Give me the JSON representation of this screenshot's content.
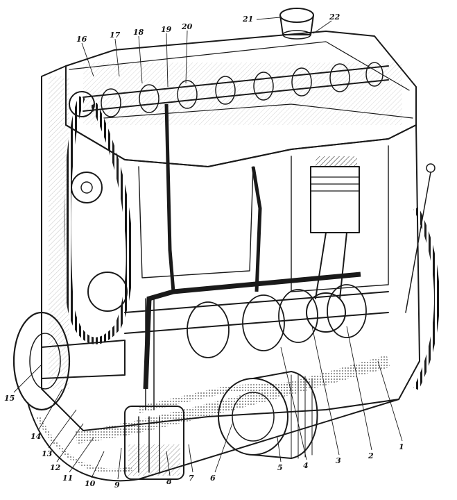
{
  "figure": {
    "background": "#ffffff",
    "ink": "#1a1a1a",
    "callouts": [
      {
        "id": "1",
        "text": "1"
      },
      {
        "id": "2",
        "text": "2"
      },
      {
        "id": "3",
        "text": "3"
      },
      {
        "id": "4",
        "text": "4"
      },
      {
        "id": "5",
        "text": "5"
      },
      {
        "id": "6",
        "text": "6"
      },
      {
        "id": "7",
        "text": "7"
      },
      {
        "id": "8",
        "text": "8"
      },
      {
        "id": "9",
        "text": "9"
      },
      {
        "id": "10",
        "text": "10"
      },
      {
        "id": "11",
        "text": "11"
      },
      {
        "id": "12",
        "text": "12"
      },
      {
        "id": "13",
        "text": "13"
      },
      {
        "id": "14",
        "text": "14"
      },
      {
        "id": "15",
        "text": "15"
      },
      {
        "id": "16",
        "text": "16"
      },
      {
        "id": "17",
        "text": "17"
      },
      {
        "id": "18",
        "text": "18"
      },
      {
        "id": "19",
        "text": "19"
      },
      {
        "id": "20",
        "text": "20"
      },
      {
        "id": "21",
        "text": "21"
      },
      {
        "id": "22",
        "text": "22"
      }
    ]
  }
}
